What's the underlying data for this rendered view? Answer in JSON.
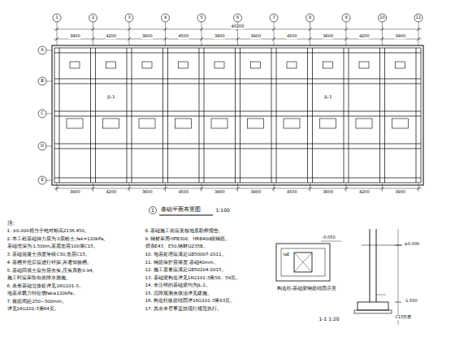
{
  "diagram": {
    "title": "基础平面布置图",
    "labels": [
      "1",
      "1:100",
      "注:",
      "1. ±0.000相当于绝对标高2136.450。",
      "2. 本工程基础持力层为②层粉土,fak=120kPa。",
      "   基础埋深为-1.500m,基底垫层100厚C15。",
      "3. 基础混凝土强度等级C30,垫层C15。",
      "4. 基槽开挖后应进行钎探,并通知验槽。",
      "5. 基础回填土应分层夯实,压实系数0.94。",
      "   施工时应采取有效降水措施。",
      "6. 条形基础交接处详见16G101-3。",
      "   地基承载力特征值fak≥120kPa。",
      "7. 箍筋间距250~300mm。",
      "   详见16G101-3第64页。",
      "8. 基础施工前应复核地质勘察报告。",
      "9. 钢材采用HPB300、HRB400级钢筋。",
      "   焊条E43、E50,钢材Q235B。",
      "10. 地基处理应满足GB50007-2011。",
      "11. 钢筋保护层厚度:基础40mm。",
      "12. 施工质量应满足GB50204-2015。",
      "13. 基础梁构造详见16G101-3第58、59页。",
      "14. 未注明的基础梁均为JL-1。",
      "15. 沉降观测点做法详见建施。",
      "16. 构造柱纵筋锚固详16G101-3第63页。",
      "17. 其余未尽事宜按现行规范执行。",
      "构造柱-基础梁钢筋锚固示意",
      "-0.050",
      "laE",
      "±0.000",
      "-1.500",
      "1-1 1:20",
      "C15垫层",
      "40200",
      "3900",
      "4200",
      "3600",
      "4500",
      "3900",
      "3900",
      "4500",
      "3600",
      "4200",
      "3900",
      "3900",
      "4200",
      "3600",
      "4500",
      "3900",
      "3900",
      "4500",
      "3600",
      "4200",
      "3900",
      "1",
      "2",
      "3",
      "4",
      "5",
      "6",
      "7",
      "8",
      "9",
      "10",
      "11",
      "A",
      "B",
      "C",
      "D",
      "E",
      "JL-1",
      "JL-1"
    ]
  }
}
